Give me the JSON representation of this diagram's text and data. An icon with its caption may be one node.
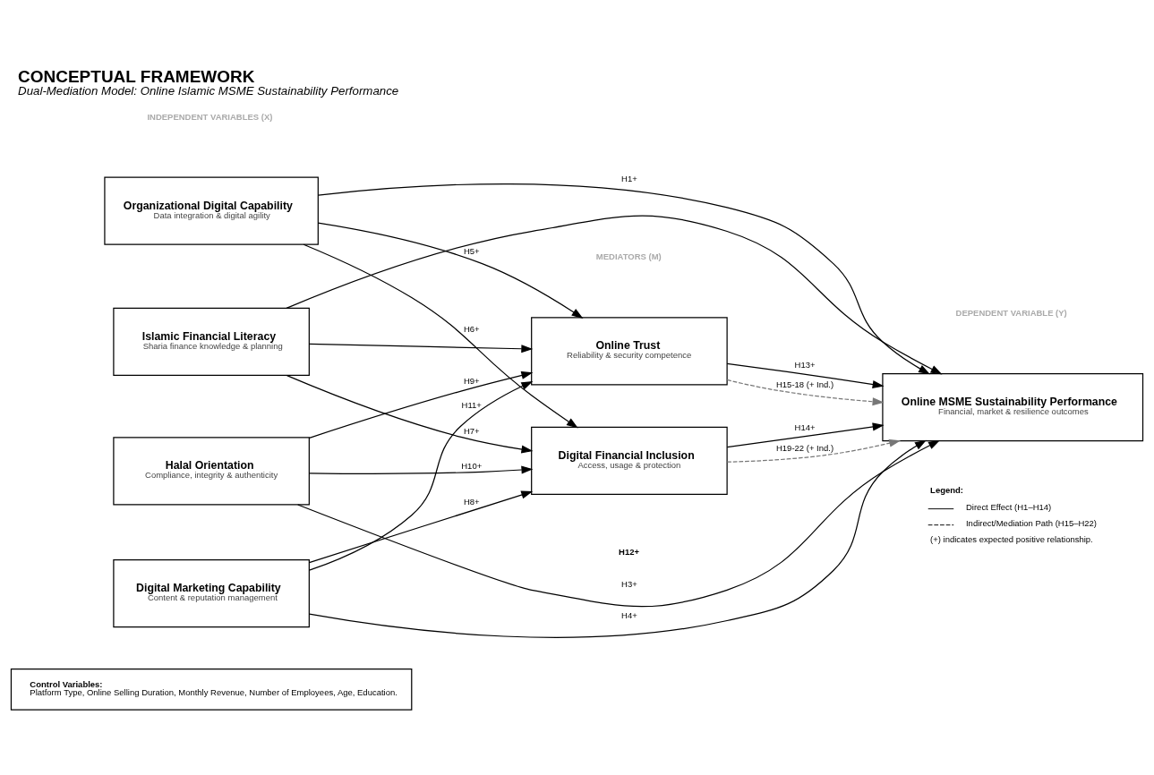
{
  "diagram": {
    "title": "CONCEPTUAL FRAMEWORK",
    "caption": "Dual-Mediation Model: Online Islamic MSME Sustainability Performance",
    "nodes": [
      {
        "text": [
          "Organizational Digital Capability",
          "Data integration & digital agility"
        ]
      },
      {
        "text": [
          "Islamic Financial Literacy",
          "Sharia finance knowledge & planning"
        ]
      },
      {
        "text": [
          "Halal Orientation",
          "Compliance, integrity & authenticity"
        ]
      },
      {
        "text": [
          "Digital Marketing Capability",
          "Content & reputation management"
        ]
      },
      {
        "text": [
          "Online Trust",
          "Reliability & security competence"
        ]
      },
      {
        "text": [
          "Digital Financial Inclusion",
          "Access, usage & protection"
        ]
      },
      {
        "text": [
          "Online MSME Sustainability Performance",
          "Financial, market & resilience outcomes"
        ]
      },
      {
        "text": [
          "Control Variables:",
          "Platform Type, Online Selling Duration, Monthly Revenue, Number of Employees, Age, Education."
        ]
      }
    ],
    "edges": [
      {
        "from": 0,
        "to": 6,
        "arrow": "to",
        "label": "H1+"
      },
      {
        "from": 1,
        "to": 6,
        "arrow": "to"
      },
      {
        "from": 2,
        "to": 6,
        "arrow": "to",
        "label": "H3+"
      },
      {
        "from": 3,
        "to": 6,
        "arrow": "to",
        "label": "H4+"
      },
      {
        "from": 0,
        "to": 4,
        "arrow": "to",
        "label": "H5+"
      },
      {
        "from": 0,
        "to": 5,
        "arrow": "to",
        "label": "H6+"
      },
      {
        "from": 1,
        "to": 4,
        "arrow": "to"
      },
      {
        "from": 1,
        "to": 5,
        "arrow": "to",
        "label": "H7+"
      },
      {
        "from": 2,
        "to": 4,
        "arrow": "to",
        "label": "H9+"
      },
      {
        "from": 2,
        "to": 5,
        "arrow": "to",
        "label": "H10+"
      },
      {
        "from": 3,
        "to": 4,
        "arrow": "to",
        "label": "H11+"
      },
      {
        "from": 3,
        "to": 5,
        "arrow": "to",
        "label": "H8+"
      },
      {
        "from": 4,
        "to": 6,
        "arrow": "to",
        "label": "H13+"
      },
      {
        "from": 5,
        "to": 6,
        "arrow": "to",
        "label": "H14+"
      },
      {
        "from": 4,
        "to": 6,
        "arrow": "to",
        "label": "H15-18 (+ Ind.)",
        "style": "dashed",
        "color": "#777777"
      },
      {
        "from": 5,
        "to": 6,
        "arrow": "to",
        "label": "H19-22 (+ Ind.)",
        "style": "dashed",
        "color": "#777777"
      }
    ],
    "labels": [
      "INDEPENDENT VARIABLES (X)",
      "MEDIATORS (M)",
      "DEPENDENT VARIABLE (Y)",
      "H12+",
      "Legend:",
      "(+) indicates expected positive relationship."
    ],
    "legend": [
      {
        "text": "Direct Effect (H1–H14)"
      },
      {
        "text": "Indirect/Mediation Path (H15–H22)"
      }
    ]
  }
}
